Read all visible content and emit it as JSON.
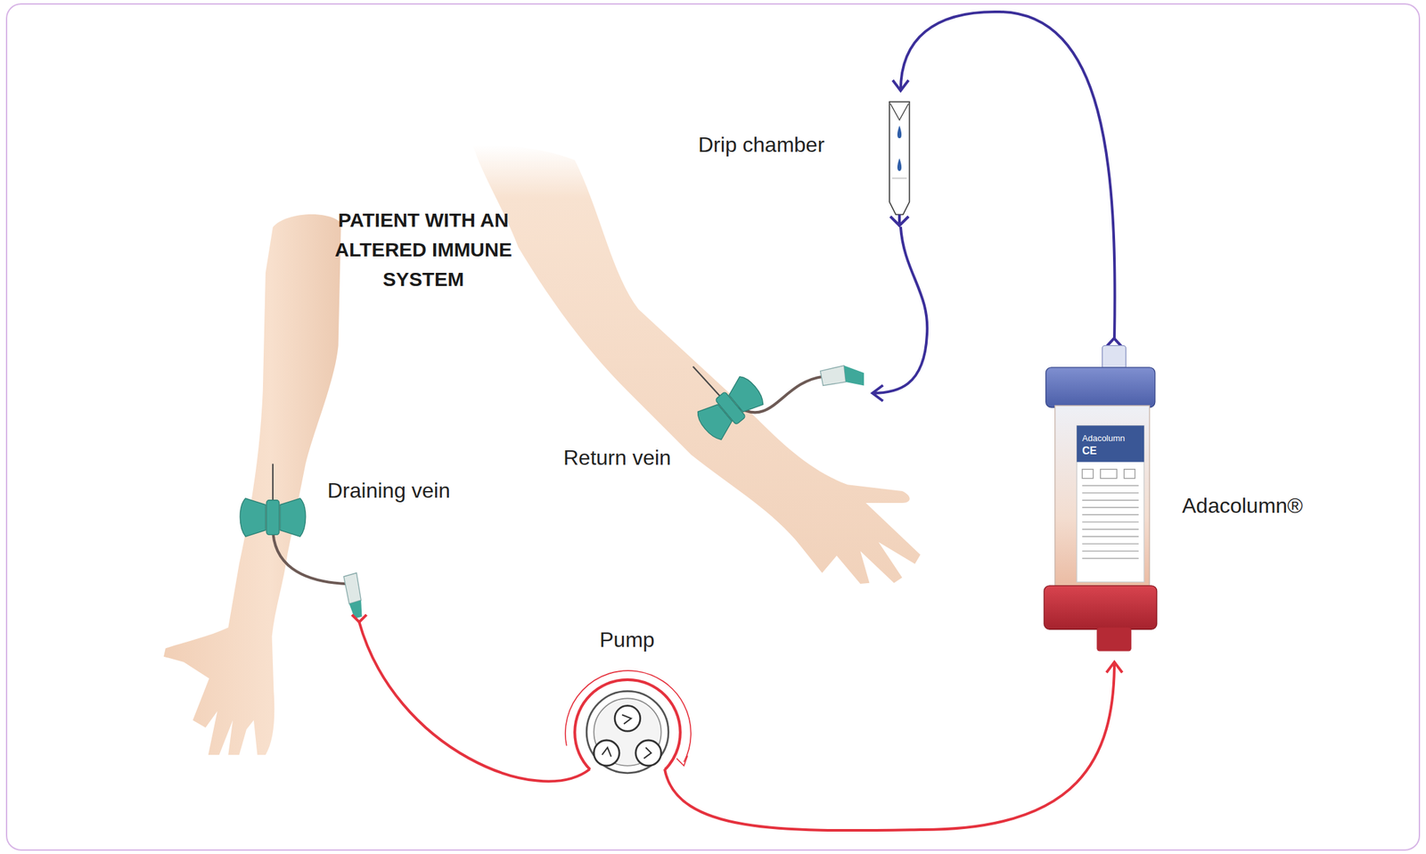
{
  "diagram": {
    "nodes": [
      {
        "text": [
          "Draining vein"
        ]
      },
      {
        "text": [
          "Pump"
        ]
      },
      {
        "text": [
          "Adacolumn®"
        ]
      },
      {
        "text": [
          "Drip chamber"
        ]
      },
      {
        "text": [
          "Return vein"
        ]
      }
    ],
    "edges": [
      {
        "from": 0,
        "to": 1,
        "arrow": "none"
      },
      {
        "from": 1,
        "to": 2,
        "arrow": "to"
      },
      {
        "from": 2,
        "to": 3,
        "arrow": "to"
      },
      {
        "from": 3,
        "to": 4,
        "arrow": "to"
      }
    ],
    "labels": [
      "PATIENT WITH AN ALTERED IMMUNE SYSTEM",
      "Adacolumn",
      "CE"
    ]
  }
}
